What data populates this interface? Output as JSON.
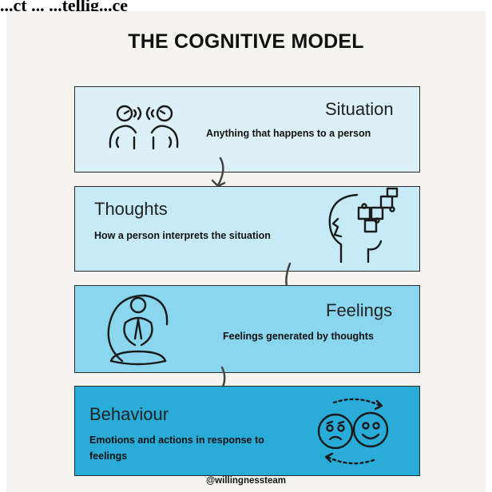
{
  "header": {
    "text": "...ct ... ...tellig...ce"
  },
  "diagram": {
    "title": "THE COGNITIVE MODEL",
    "steps": [
      {
        "label": "Situation",
        "description": "Anything that happens to a person",
        "icon": "two-people-talking-icon",
        "color": "#dcf0f7"
      },
      {
        "label": "Thoughts",
        "description": "How a person interprets the situation",
        "icon": "head-puzzle-icon",
        "color": "#c6ebf6"
      },
      {
        "label": "Feelings",
        "description": "Feelings generated by thoughts",
        "icon": "meditation-icon",
        "color": "#8bd6ef"
      },
      {
        "label": "Behaviour",
        "description_lines": [
          "Emotions and actions in response to",
          "feelings"
        ],
        "icon": "sad-happy-faces-icon",
        "color": "#29acd8"
      }
    ],
    "handle": "@willingnessteam"
  }
}
